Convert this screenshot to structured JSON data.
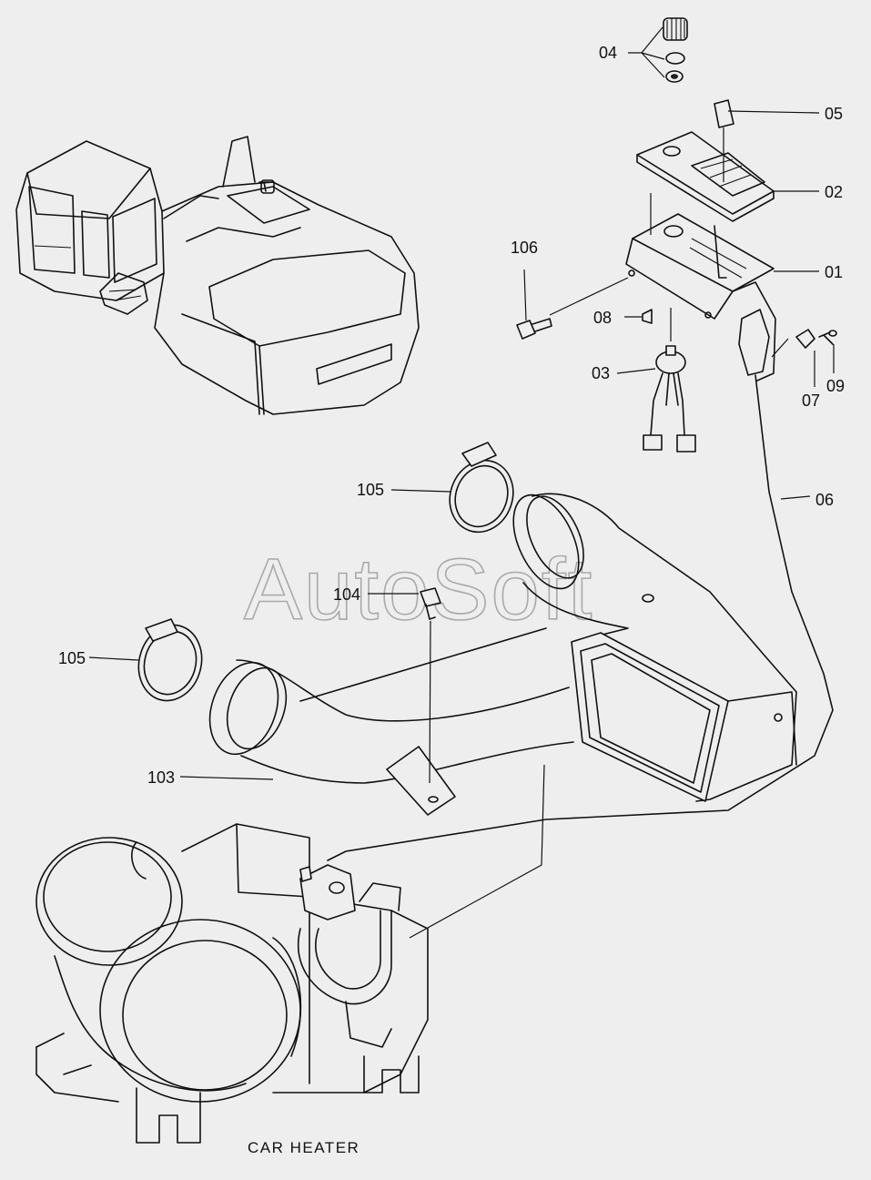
{
  "caption": "CAR HEATER",
  "watermark": "AutoSoft",
  "part_labels": {
    "p01": "01",
    "p02": "02",
    "p03": "03",
    "p04": "04",
    "p05": "05",
    "p06": "06",
    "p07": "07",
    "p08": "08",
    "p09": "09",
    "p103": "103",
    "p104": "104",
    "p105a": "105",
    "p105b": "105",
    "p106": "106"
  }
}
